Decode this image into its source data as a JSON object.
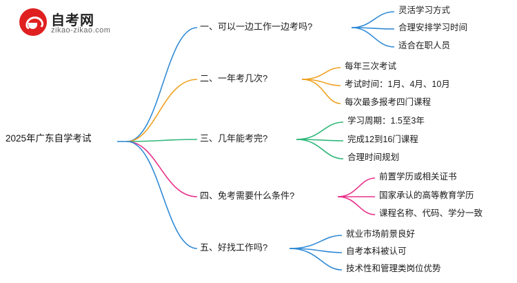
{
  "logo": {
    "title": "自考网",
    "subtitle": "zikao-zikao.com",
    "mark_color": "#e02020"
  },
  "mindmap": {
    "root": "2025年广东自学考试",
    "branches": [
      {
        "label": "一、可以一边工作一边考吗?",
        "color": "#2f8ad6",
        "children": [
          "灵活学习方式",
          "合理安排学习时间",
          "适合在职人员"
        ]
      },
      {
        "label": "二、一年考几次?",
        "color": "#f0a020",
        "children": [
          "每年三次考试",
          "考试时间：1月、4月、10月",
          "每次最多报考四门课程"
        ]
      },
      {
        "label": "三、几年能考完?",
        "color": "#2fb87a",
        "children": [
          "学习周期：1.5至3年",
          "完成12到16门课程",
          "合理时间规划"
        ]
      },
      {
        "label": "四、免考需要什么条件?",
        "color": "#e8308a",
        "children": [
          "前置学历或相关证书",
          "国家承认的高等教育学历",
          "课程名称、代码、学分一致"
        ]
      },
      {
        "label": "五、好找工作吗?",
        "color": "#2f8ad6",
        "children": [
          "就业市场前景良好",
          "自考本科被认可",
          "技术性和管理类岗位优势"
        ]
      }
    ]
  }
}
